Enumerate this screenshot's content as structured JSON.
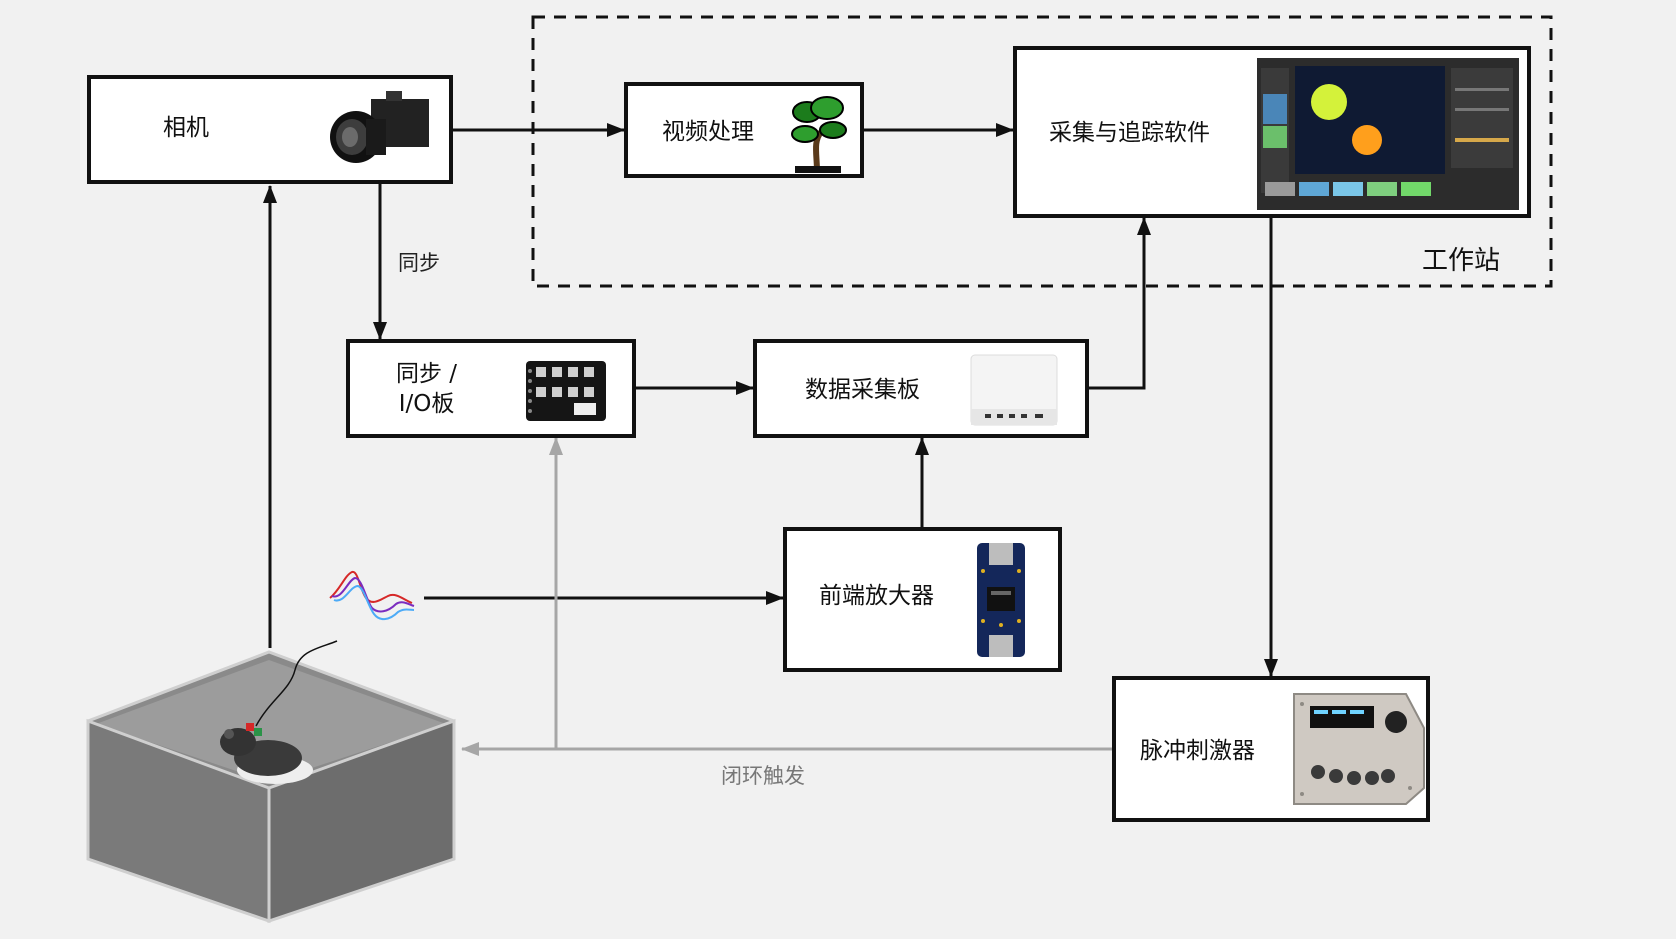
{
  "nodes": {
    "camera": {
      "label": "相机",
      "icon": "camera-icon"
    },
    "video_processing": {
      "label": "视频处理",
      "icon": "bonsai-tree-icon"
    },
    "acquisition_software": {
      "label": "采集与追踪软件",
      "icon": "software-screenshot-icon"
    },
    "sync_io_board": {
      "label": "同步 /\nI/O板",
      "icon": "io-board-icon"
    },
    "daq_board": {
      "label": "数据采集板",
      "icon": "daq-box-icon"
    },
    "headstage": {
      "label": "前端放大器",
      "icon": "headstage-pcb-icon"
    },
    "pulse_stimulator": {
      "label": "脉冲刺激器",
      "icon": "stimulator-device-icon"
    },
    "arena": {
      "icon": "arena-box-with-rat-icon"
    },
    "signal": {
      "icon": "neural-waveform-icon"
    }
  },
  "edges": {
    "sync": {
      "label": "同步"
    },
    "closed_loop": {
      "label": "闭环触发"
    }
  },
  "regions": {
    "workstation": {
      "label": "工作站"
    }
  },
  "colors": {
    "stroke": "#111111",
    "feedback": "#a6a6a6",
    "background": "#f1f1f1"
  }
}
